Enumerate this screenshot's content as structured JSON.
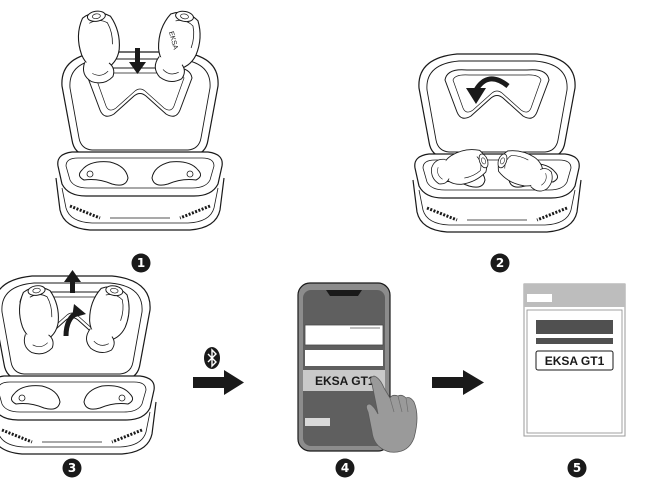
{
  "steps": [
    {
      "number": "1"
    },
    {
      "number": "2"
    },
    {
      "number": "3"
    },
    {
      "number": "4"
    },
    {
      "number": "5"
    }
  ],
  "earbud_marking": "EKSA",
  "phone": {
    "device_name": "EKSA GT1"
  },
  "settings_panel": {
    "device_name": "EKSA GT1"
  },
  "icons": [
    "bluetooth-icon",
    "arrow-right-icon",
    "arrow-down-icon",
    "arrow-up-icon",
    "curved-arrow-icon",
    "pointing-hand-icon"
  ],
  "colors": {
    "line": "#1a1a1a",
    "phone_body": "#8c8c8c",
    "phone_screen": "#5f5f5f",
    "panel_header": "#bdbdbd",
    "panel_bar": "#505050"
  }
}
